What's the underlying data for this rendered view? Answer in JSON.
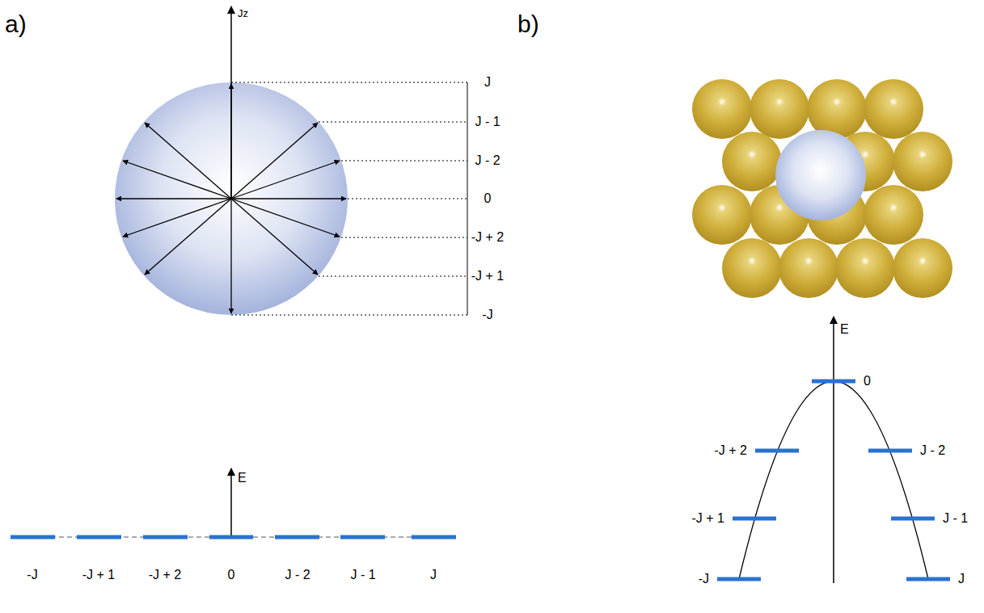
{
  "diagram": {
    "labels": [
      "a)",
      "b)",
      "Jz",
      "J",
      "J - 1",
      "J - 2",
      "0",
      "-J + 2",
      "-J + 1",
      "-J",
      "E",
      "-J",
      "-J + 1",
      "-J + 2",
      "0",
      "J - 2",
      "J - 1",
      "J",
      "E",
      "0",
      "-J + 2",
      "J - 2",
      "-J + 1",
      "J - 1",
      "-J",
      "J"
    ]
  }
}
